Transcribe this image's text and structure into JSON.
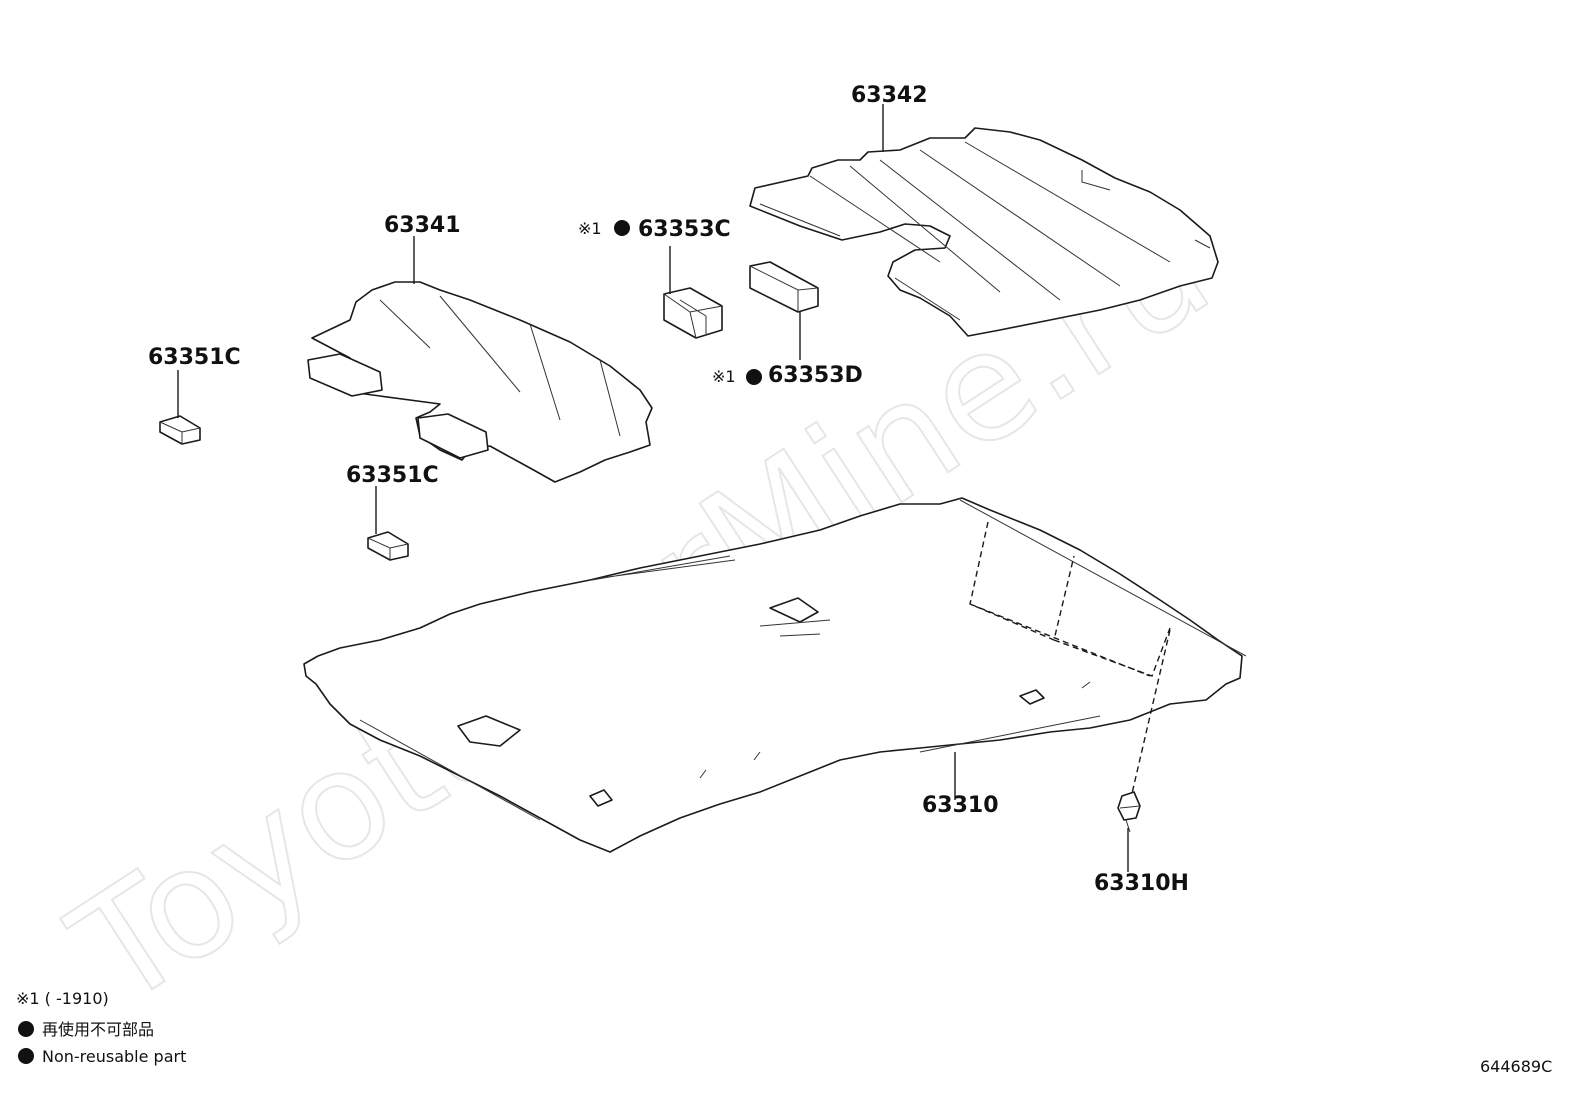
{
  "watermark": "ToyotaCarMine.ru",
  "labels": {
    "p63342": "63342",
    "p63341": "63341",
    "p63353C": "63353C",
    "p63353D": "63353D",
    "p63351C_a": "63351C",
    "p63351C_b": "63351C",
    "p63310": "63310",
    "p63310H": "63310H"
  },
  "marks": {
    "ref1": "※1"
  },
  "legend": {
    "note_line": "※1 (      -1910)",
    "jp": "再使用不可部品",
    "en": "Non-reusable part"
  },
  "diagram_code": "644689C"
}
